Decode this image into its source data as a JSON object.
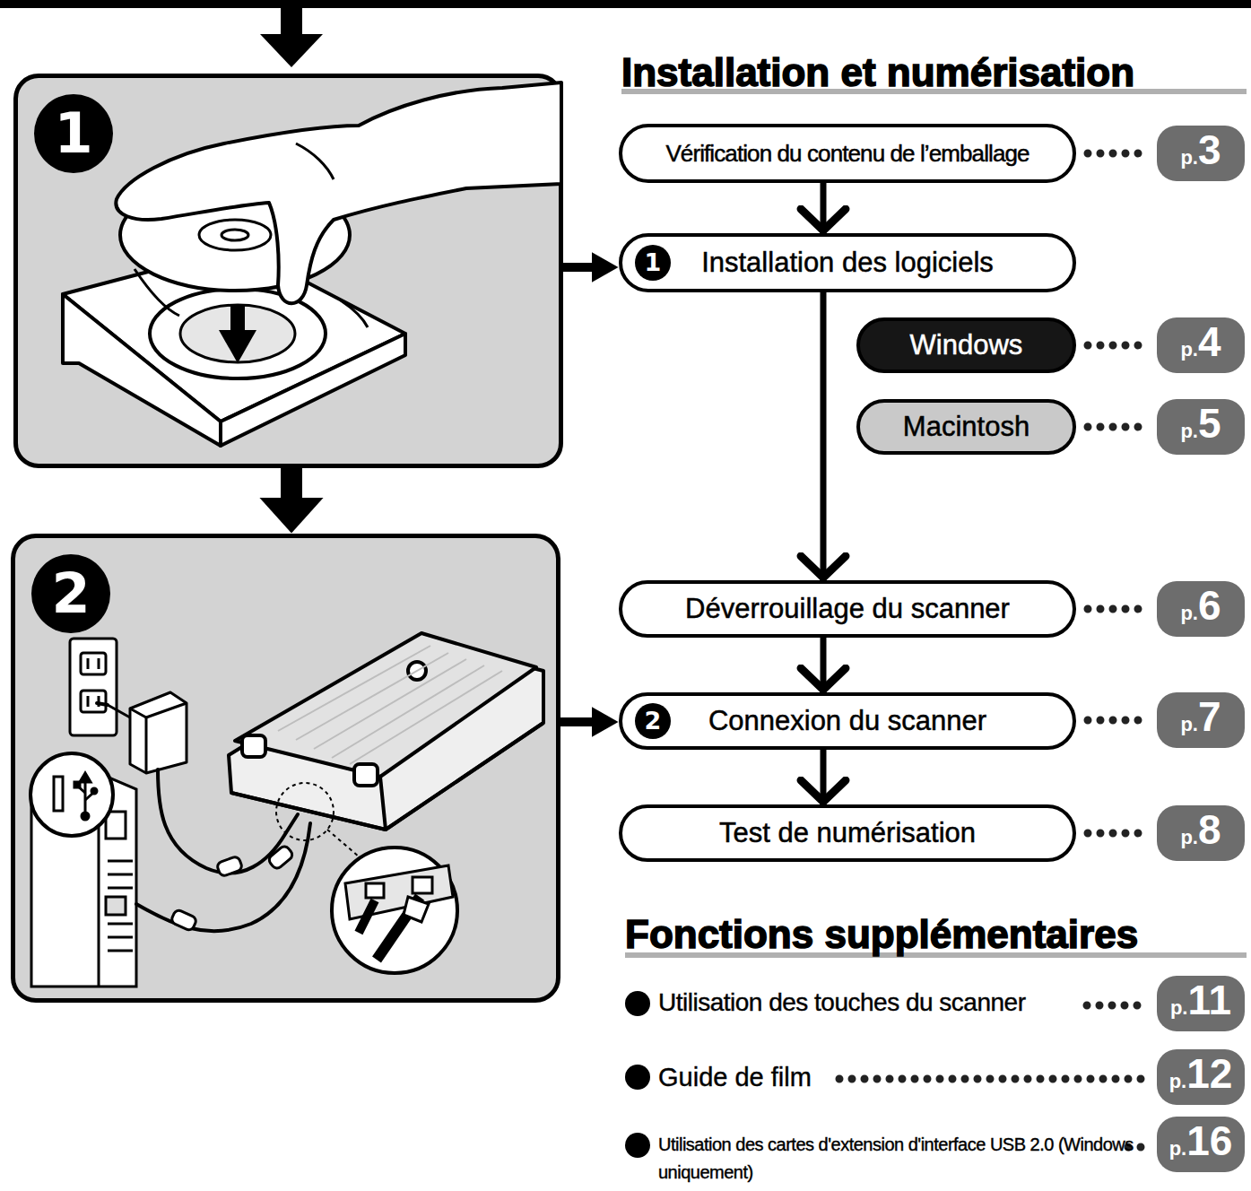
{
  "diagram": {
    "title": "Installation et numérisation",
    "nodes": [
      {
        "text": [
          "1"
        ]
      },
      {
        "text": [
          "2"
        ]
      },
      {
        "text": [
          "Vérification du contenu de l’emballage"
        ]
      },
      {
        "text": [
          "p.",
          "3"
        ]
      },
      {
        "text": [
          "1",
          "Installation des logiciels"
        ]
      },
      {
        "text": [
          "Windows"
        ]
      },
      {
        "text": [
          "p.",
          "4"
        ]
      },
      {
        "text": [
          "Macintosh"
        ]
      },
      {
        "text": [
          "p.",
          "5"
        ]
      },
      {
        "text": [
          "Déverrouillage du scanner"
        ]
      },
      {
        "text": [
          "p.",
          "6"
        ]
      },
      {
        "text": [
          "2",
          "Connexion du scanner"
        ]
      },
      {
        "text": [
          "p.",
          "7"
        ]
      },
      {
        "text": [
          "Test de numérisation"
        ]
      },
      {
        "text": [
          "p.",
          "8"
        ]
      },
      {
        "text": [
          "p.",
          "11"
        ]
      },
      {
        "text": [
          "p.",
          "12"
        ]
      },
      {
        "text": [
          "p.",
          "16"
        ]
      }
    ],
    "edges": [
      {
        "from": 0,
        "to": 4,
        "arrow": "to"
      },
      {
        "from": 0,
        "to": 1,
        "arrow": "to"
      },
      {
        "from": 1,
        "to": 11,
        "arrow": "to"
      },
      {
        "from": 2,
        "to": 4,
        "arrow": "to"
      },
      {
        "from": 4,
        "to": 9,
        "arrow": "to"
      },
      {
        "from": 9,
        "to": 11,
        "arrow": "to"
      },
      {
        "from": 11,
        "to": 13,
        "arrow": "to"
      },
      {
        "from": 2,
        "to": 3,
        "arrow": "none"
      },
      {
        "from": 5,
        "to": 6,
        "arrow": "none"
      },
      {
        "from": 7,
        "to": 8,
        "arrow": "none"
      },
      {
        "from": 9,
        "to": 10,
        "arrow": "none"
      },
      {
        "from": 11,
        "to": 12,
        "arrow": "none"
      },
      {
        "from": 13,
        "to": 14,
        "arrow": "none"
      }
    ],
    "labels": [
      "Fonctions supplémentaires",
      "Utilisation des touches du scanner",
      "Guide de film",
      "Utilisation des cartes d'extension d'interface USB 2.0 (Windows uniquement)"
    ]
  }
}
